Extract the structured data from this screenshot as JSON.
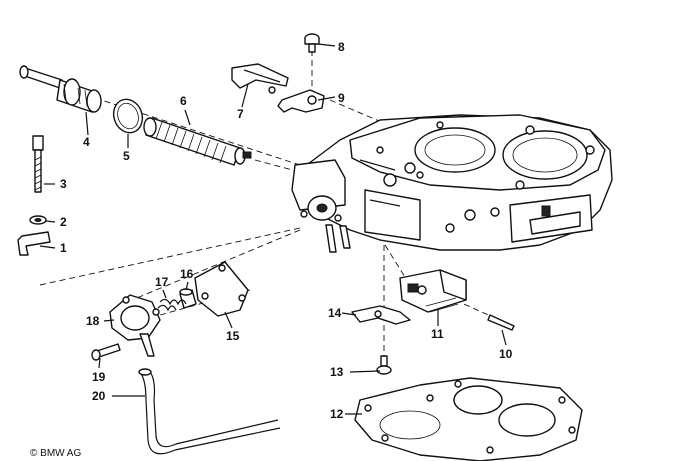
{
  "callouts": {
    "c1": "1",
    "c2": "2",
    "c3": "3",
    "c4": "4",
    "c5": "5",
    "c6": "6",
    "c7": "7",
    "c8": "8",
    "c9": "9",
    "c10": "10",
    "c11": "11",
    "c12": "12",
    "c13": "13",
    "c14": "14",
    "c15": "15",
    "c16": "16",
    "c17": "17",
    "c18": "18",
    "c19": "19",
    "c20": "20"
  },
  "copyright": "© BMW AG"
}
